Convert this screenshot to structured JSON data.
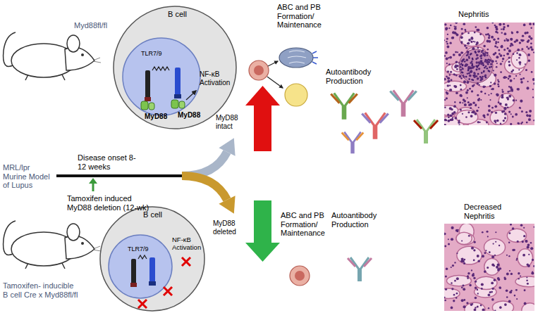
{
  "diagram": {
    "nodes": [
      {
        "text": [
          "B cell"
        ]
      },
      {
        "text": [
          "TLR7/9"
        ],
        "in": 0
      },
      {
        "text": [
          "B cell"
        ]
      },
      {
        "text": [
          "TLR7/9"
        ],
        "in": 2
      }
    ],
    "labels": [
      "Myd88fl/fl",
      "MyD88",
      "MyD88",
      "NF-κB Activation",
      "ABC and PB Formation/ Maintenance",
      "Autoantibody Production",
      "Nephritis",
      "MyD88 intact",
      "MRL/lpr Murine Model of Lupus",
      "Disease onset 8-12 weeks",
      "Tamoxifen induced MyD88 deletion (12-wk)",
      "MyD88 deleted",
      "ABC and PB Formation/ Maintenance",
      "Autoantibody Production",
      "Decreased Nephritis",
      "NF-κB Activation",
      "Tamoxifen- inducible B cell Cre x Myd88fl/fl"
    ]
  }
}
